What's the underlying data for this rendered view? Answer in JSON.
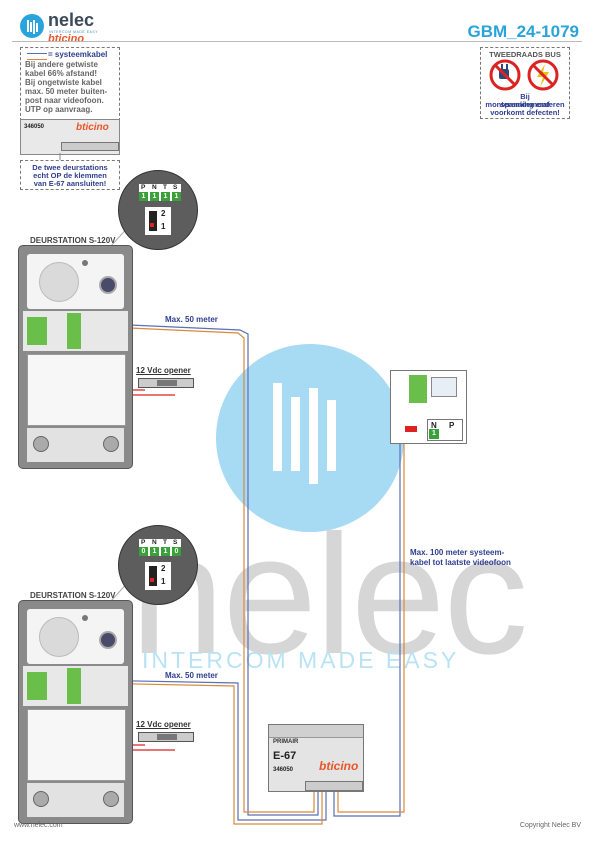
{
  "header": {
    "brand": "nelec",
    "tagline": "INTERCOM MADE EASY",
    "partner": "bticino",
    "document_code": "GBM_24-1079"
  },
  "legend": {
    "cable_label": "= systeemkabel",
    "lines": [
      "Bij andere getwiste",
      "kabel 66% afstand!",
      "Bij ongetwiste kabel",
      "max. 50 meter buiten-",
      "post naar videofoon.",
      "UTP op aanvraag."
    ],
    "module_code": "346050",
    "note_lines": [
      "De twee deurstations",
      "echt OP de klemmen",
      "van E-67 aansluiten!"
    ]
  },
  "warning": {
    "title": "TWEEDRAADS BUS",
    "lines": [
      "Bij monteren/demonteren",
      "spanning eraf",
      "voorkomt defecten!"
    ]
  },
  "station_top": {
    "label": "DEURSTATION S-120V",
    "dip_labels": [
      "P",
      "N",
      "T",
      "S"
    ],
    "dip_values": [
      "1",
      "1",
      "1",
      "1"
    ],
    "switch_labels": [
      "2",
      "1"
    ],
    "opener_label": "12 Vdc opener",
    "distance_label": "Max. 50 meter"
  },
  "station_bottom": {
    "label": "DEURSTATION S-120V",
    "dip_labels": [
      "P",
      "N",
      "T",
      "S"
    ],
    "dip_values": [
      "0",
      "1",
      "1",
      "0"
    ],
    "switch_labels": [
      "2",
      "1"
    ],
    "opener_label": "12 Vdc opener",
    "distance_label": "Max. 50 meter"
  },
  "videophone": {
    "dip_labels": [
      "N",
      "P"
    ],
    "dip_value": "1"
  },
  "system_cable_note": [
    "Max. 100 meter systeem-",
    "kabel tot laatste videofoon"
  ],
  "power_supply": {
    "tag": "PRIMAIR",
    "model": "E-67",
    "code": "346050",
    "brand": "bticino"
  },
  "watermark": {
    "word": "nelec",
    "tagline": "INTERCOM MADE EASY"
  },
  "footer": {
    "left": "www.nelec.com",
    "right": "Copyright Nelec BV"
  },
  "colors": {
    "brand_blue": "#29a3dc",
    "bticino_orange": "#e8562a",
    "wire_blue": "#5a6fb5",
    "wire_orange": "#d9893a",
    "wire_red": "#d22222",
    "label_blue": "#2f3e8f",
    "dip_green": "#3aa03a"
  }
}
